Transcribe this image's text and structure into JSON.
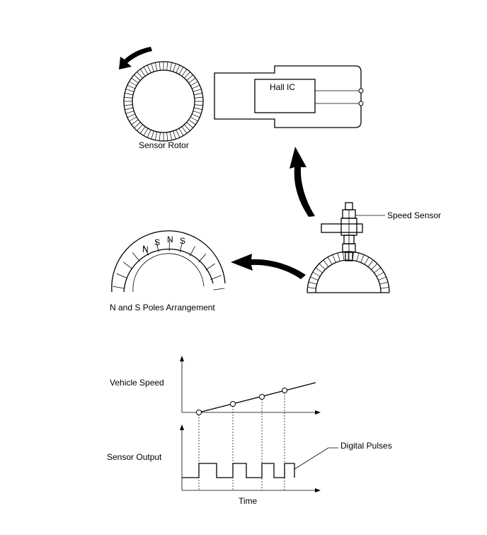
{
  "labels": {
    "sensor_rotor": "Sensor Rotor",
    "hall_ic": "Hall IC",
    "speed_sensor": "Speed Sensor",
    "poles_arrangement": "N and S Poles Arrangement",
    "vehicle_speed": "Vehicle Speed",
    "sensor_output": "Sensor Output",
    "digital_pulses": "Digital Pulses",
    "time": "Time"
  },
  "poles": [
    "N",
    "S",
    "N",
    "S"
  ]
}
